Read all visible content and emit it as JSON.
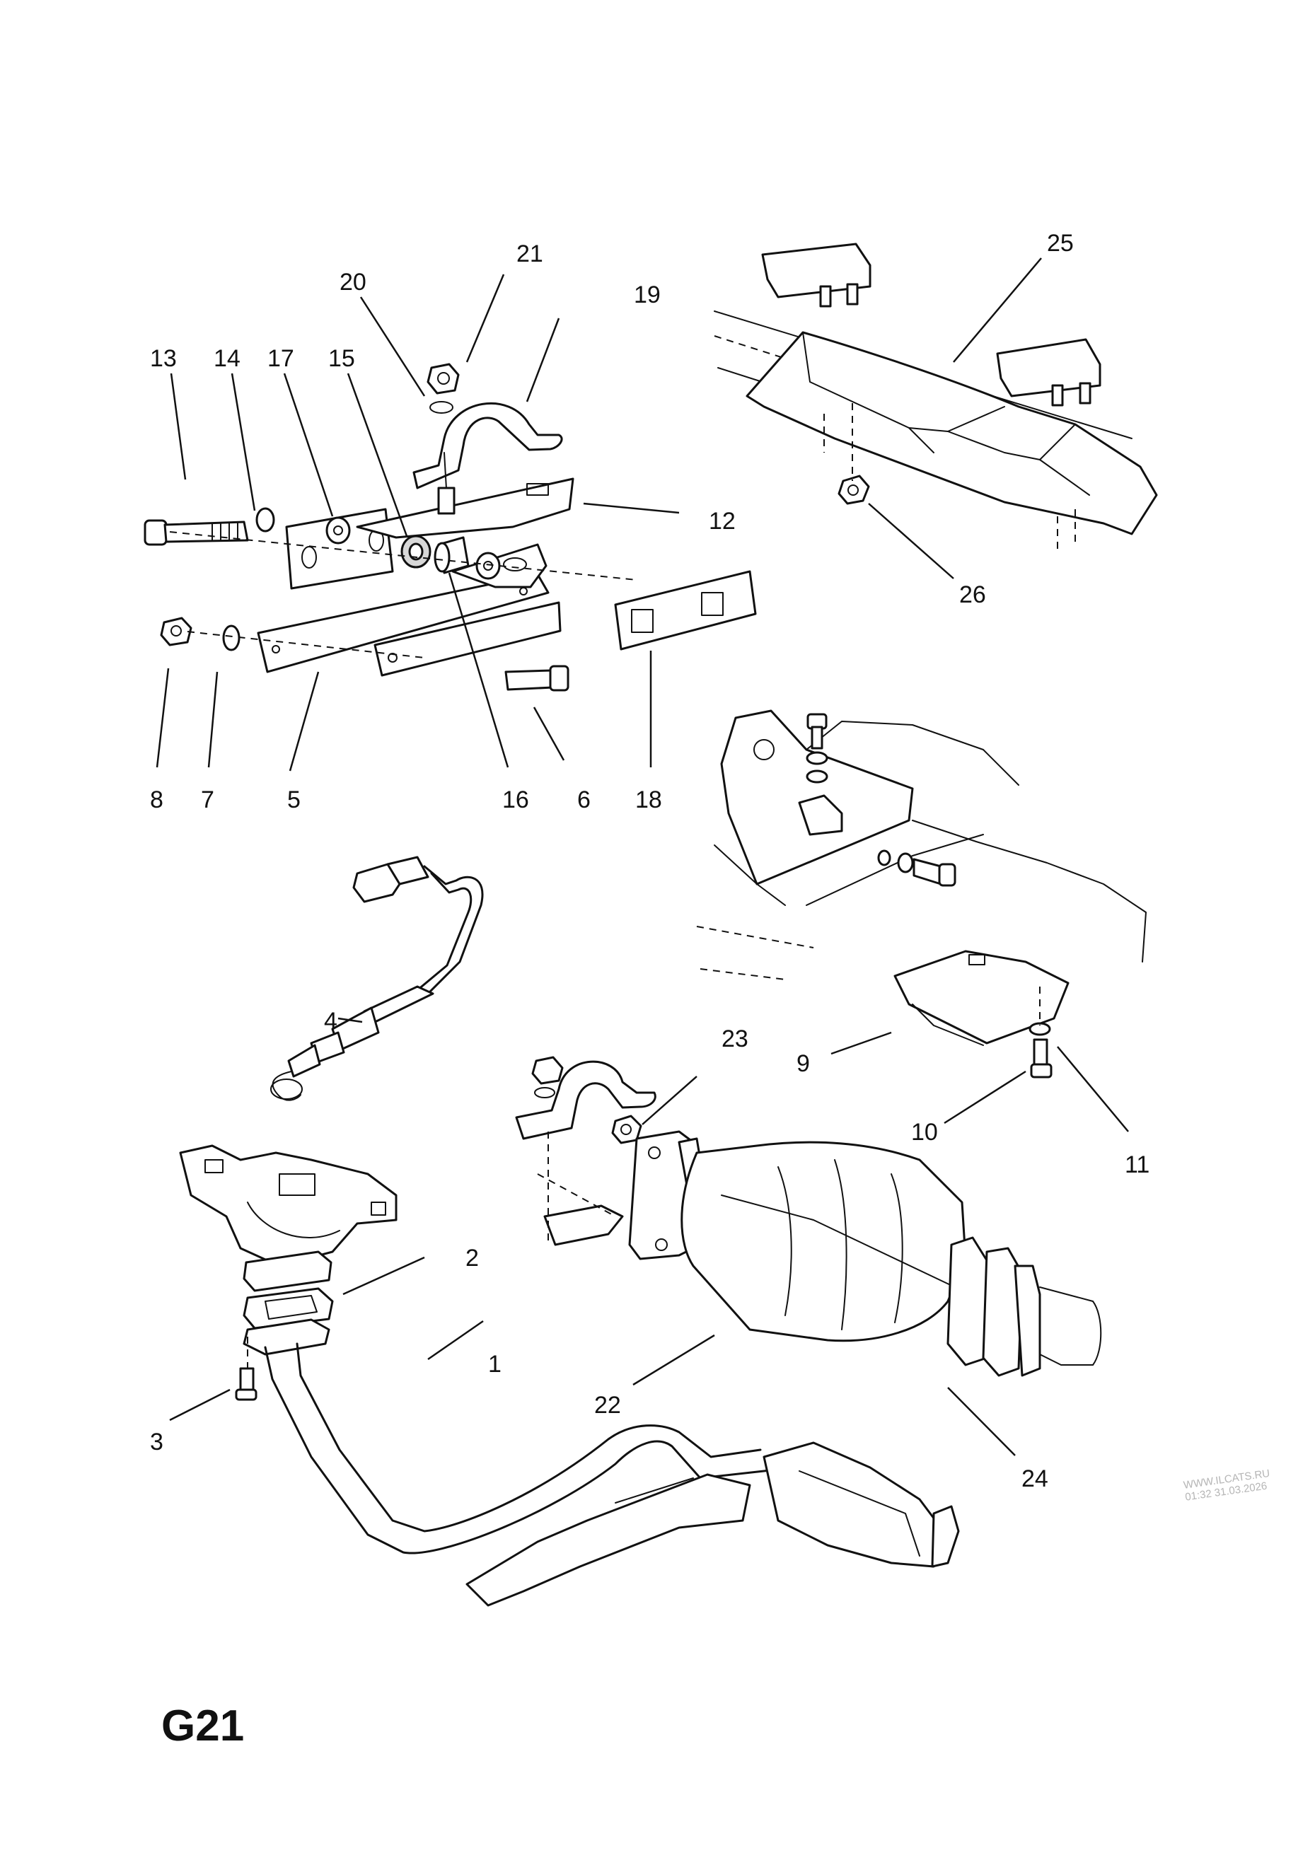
{
  "diagram": {
    "code": "G21",
    "watermark_line1": "WWW.ILCATS.RU",
    "watermark_line2": "01:32 31.03.2026",
    "callouts": [
      "1",
      "2",
      "3",
      "4",
      "5",
      "6",
      "7",
      "8",
      "9",
      "10",
      "11",
      "12",
      "13",
      "14",
      "15",
      "16",
      "17",
      "18",
      "19",
      "20",
      "21",
      "22",
      "23",
      "24",
      "25",
      "26"
    ]
  }
}
